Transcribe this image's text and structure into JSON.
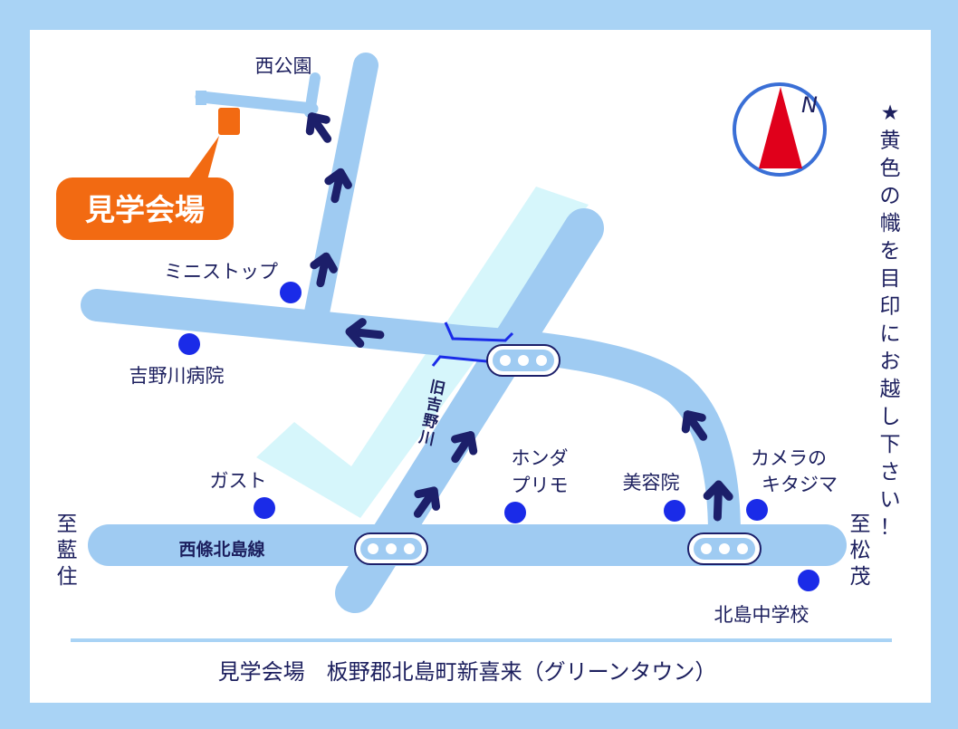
{
  "colors": {
    "border": "#a9d3f5",
    "background": "#ffffff",
    "road": "#9fcbf2",
    "river": "#d6f6fb",
    "arrow": "#1c1f6a",
    "poi": "#1a2be8",
    "venue": "#f26a12",
    "compass_ring": "#3a6fd6",
    "compass_needle": "#e0001b"
  },
  "compass": {
    "north_label": "N"
  },
  "venue": {
    "label": "見学会場"
  },
  "labels": {
    "nishi_koen": "西公園",
    "ministop": "ミニストップ",
    "yoshinogawa_hospital": "吉野川病院",
    "gusto": "ガスト",
    "honda_primo_line1": "ホンダ",
    "honda_primo_line2": "プリモ",
    "biyoin": "美容院",
    "kitajima_camera_line1": "カメラの",
    "kitajima_camera_line2": "キタジマ",
    "kitajima_jhs": "北島中学校",
    "route_name": "西條北島線",
    "old_river_chars": [
      "旧",
      "吉",
      "野",
      "川"
    ],
    "to_aizumi_chars": [
      "至",
      "藍",
      "住"
    ],
    "to_matsushige_chars": [
      "至",
      "松",
      "茂"
    ],
    "note_chars": [
      "★",
      "黄",
      "色",
      "の",
      "幟",
      "を",
      "目",
      "印",
      "に",
      "お",
      "越",
      "し",
      "下",
      "さ",
      "い",
      "！"
    ]
  },
  "footer": {
    "address": "見学会場　板野郡北島町新喜来（グリーンタウン）"
  }
}
